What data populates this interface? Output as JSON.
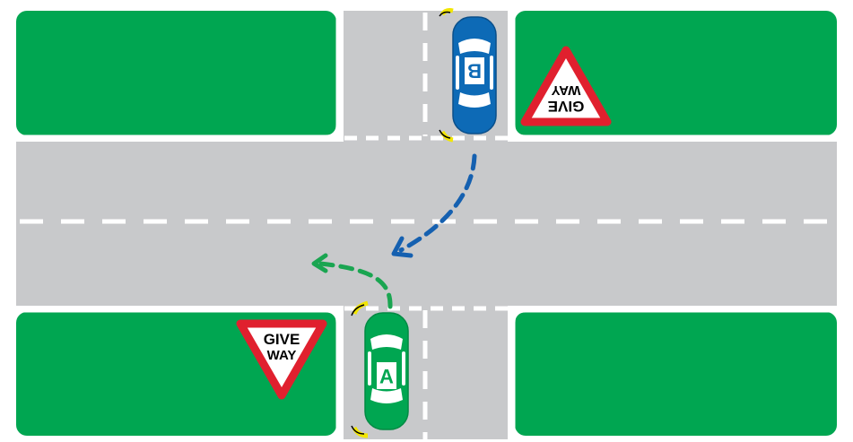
{
  "colors": {
    "grass": "#00a651",
    "road": "#c8c9cb",
    "lane_marking": "#ffffff",
    "sign_red": "#e0202e",
    "sign_text": "#000000",
    "car_a": "#00a651",
    "car_b": "#0d6ab6",
    "path_a": "#1aa551",
    "path_b": "#1560b0",
    "indicator": "#f2e600"
  },
  "signs": {
    "left": {
      "line1": "GIVE",
      "line2": "WAY"
    },
    "right": {
      "line1": "GIVE",
      "line2": "WAY"
    }
  },
  "cars": {
    "a": {
      "label": "A",
      "icon": "car-icon"
    },
    "b": {
      "label": "B",
      "icon": "car-icon"
    }
  },
  "paths": {
    "a": {
      "icon": "dashed-arrow-left-turn"
    },
    "b": {
      "icon": "dashed-arrow-right-turn"
    }
  }
}
